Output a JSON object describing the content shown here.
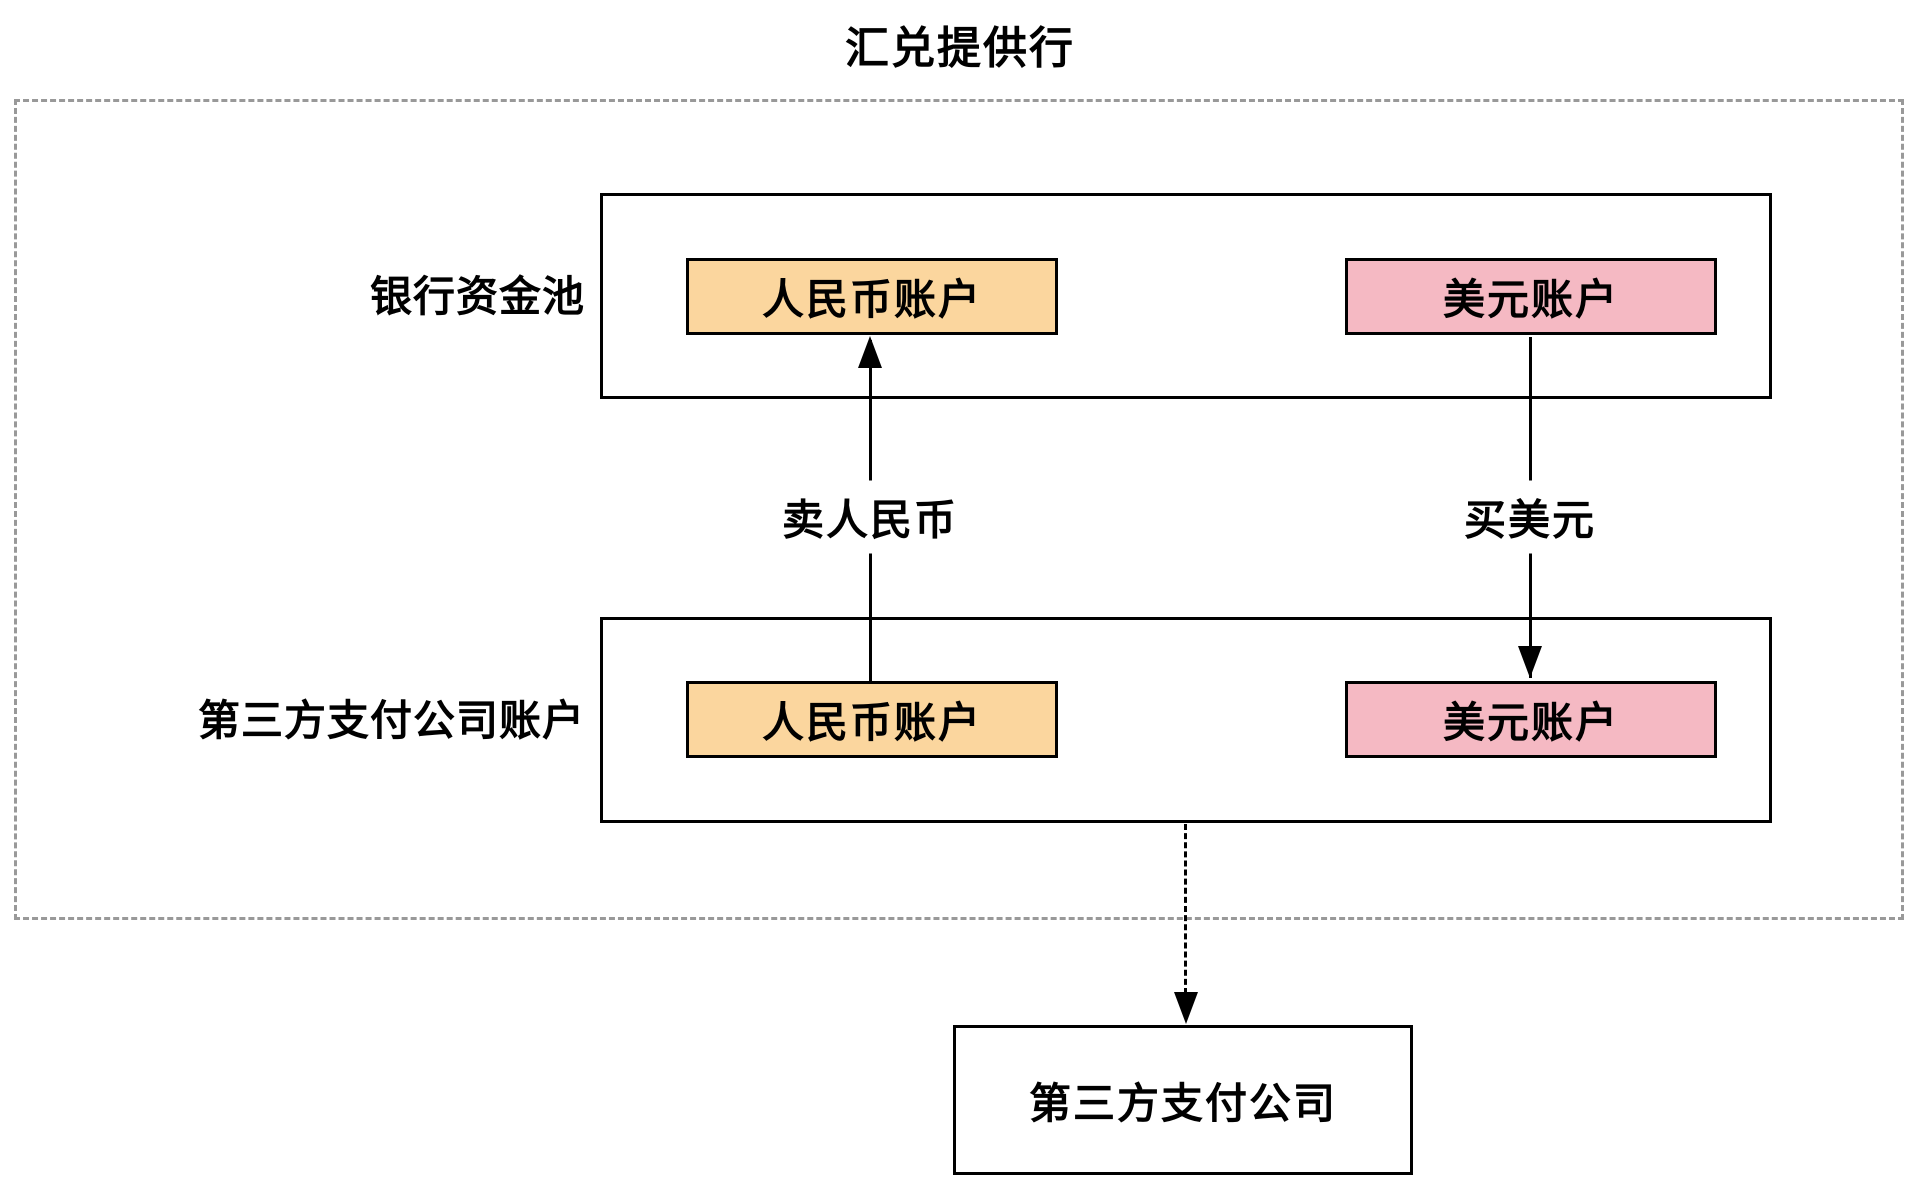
{
  "title": "汇兑提供行",
  "colors": {
    "rmb_fill": "#FBD69E",
    "usd_fill": "#F5B9C3",
    "line": "#000000",
    "boundary_dash": "#999999"
  },
  "bank_pool": {
    "label": "银行资金池",
    "rmb_account": "人民币账户",
    "usd_account": "美元账户"
  },
  "third_party_accounts": {
    "label": "第三方支付公司账户",
    "rmb_account": "人民币账户",
    "usd_account": "美元账户"
  },
  "flows": {
    "sell_rmb": "卖人民币",
    "buy_usd": "买美元"
  },
  "company": {
    "label": "第三方支付公司"
  }
}
